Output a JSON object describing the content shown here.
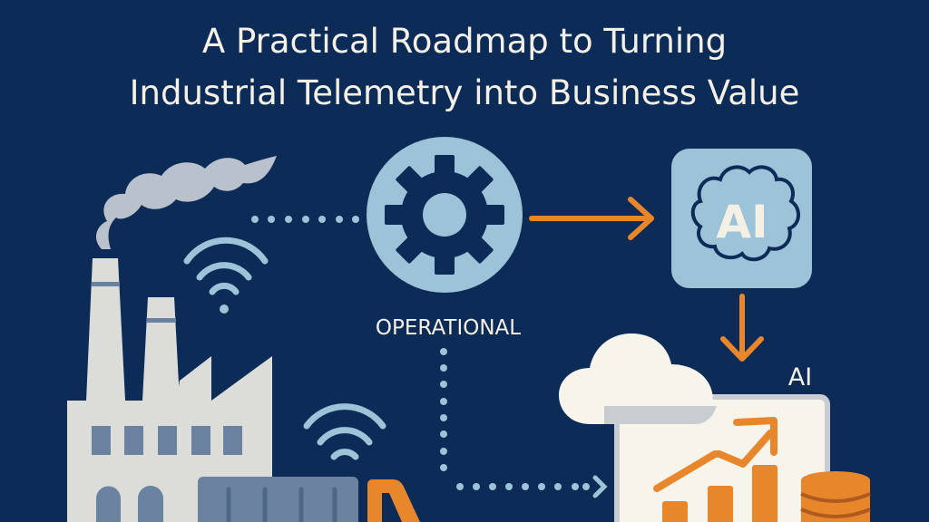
{
  "title": {
    "line1": "A Practical Roadmap to Turning",
    "line2": "Industrial Telemetry into Business Value"
  },
  "labels": {
    "operational": "OPERATIONAL",
    "ai_box": "AI",
    "ai_label": "AI"
  },
  "colors": {
    "background": "#0d2b57",
    "light_blue": "#9cc3d8",
    "orange": "#e8862c",
    "cream": "#f7f4ec",
    "factory_gray": "#dcdcd8",
    "slate": "#6b82a0"
  }
}
